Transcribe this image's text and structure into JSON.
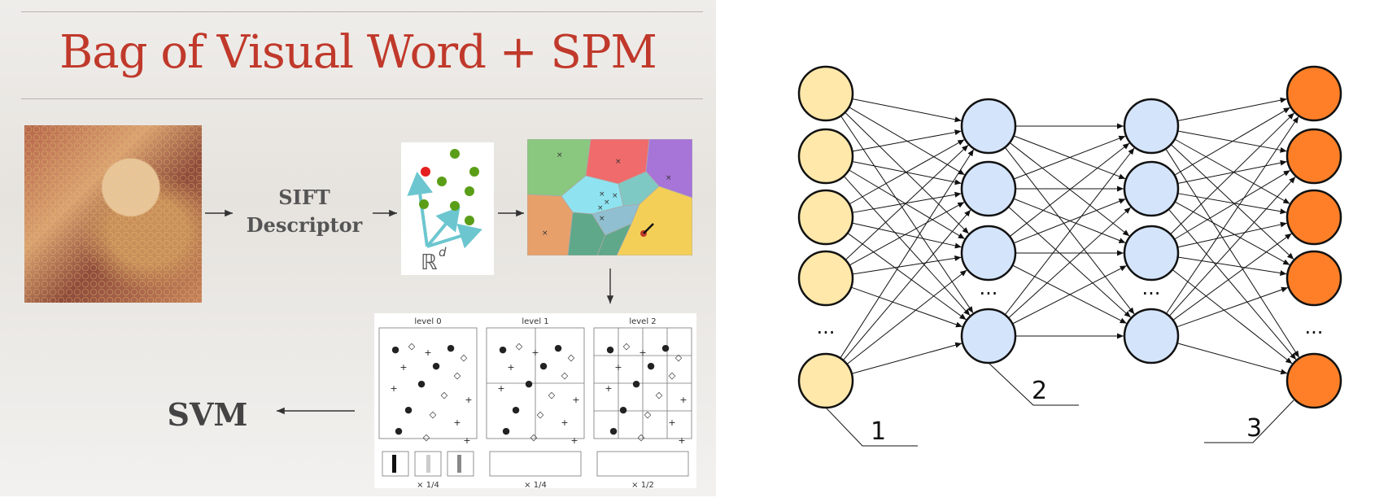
{
  "slide": {
    "title": "Bag of Visual Word + SPM",
    "sift_label_line1": "SIFT",
    "sift_label_line2": "Descriptor",
    "feature_space_label": "ℝ",
    "feature_space_exponent": "d",
    "svm_label": "SVM",
    "pyramid": {
      "levels": [
        "level 0",
        "level 1",
        "level 2"
      ],
      "weights": [
        "× 1/4",
        "× 1/4",
        "× 1/2"
      ]
    }
  },
  "network": {
    "layers": [
      {
        "name": "input",
        "visible_nodes": 5,
        "fill": "#ffe8aa",
        "ellipsis": "..."
      },
      {
        "name": "hidden-1",
        "visible_nodes": 4,
        "fill": "#d4e4fb",
        "ellipsis": "..."
      },
      {
        "name": "hidden-2",
        "visible_nodes": 4,
        "fill": "#d4e4fb",
        "ellipsis": "..."
      },
      {
        "name": "output",
        "visible_nodes": 5,
        "fill": "#ff7f28",
        "ellipsis": "..."
      }
    ],
    "callouts": [
      "1",
      "2",
      "3"
    ],
    "stroke_color": "#111111"
  }
}
